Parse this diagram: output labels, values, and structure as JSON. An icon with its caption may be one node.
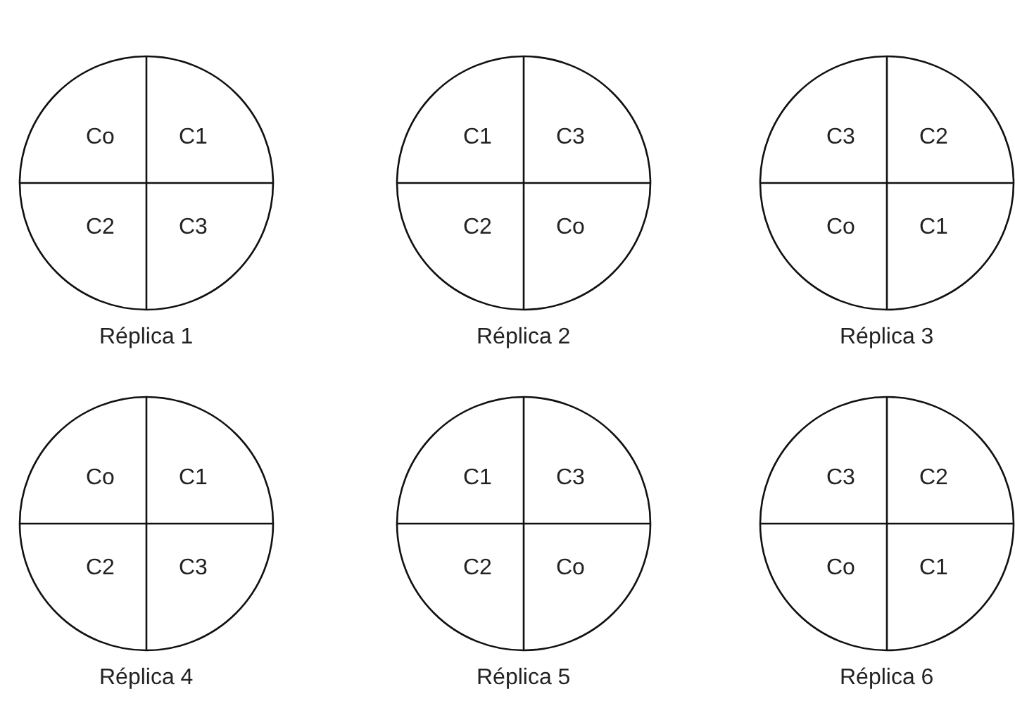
{
  "diagram": {
    "nodes": [
      {
        "text": [],
        "shape": "circle",
        "beside": [
          "Réplica 1"
        ]
      },
      {
        "text": [
          "Co"
        ],
        "in": 0
      },
      {
        "text": [
          "C1"
        ],
        "in": 0
      },
      {
        "text": [
          "C2"
        ],
        "in": 0
      },
      {
        "text": [
          "C3"
        ],
        "in": 0
      },
      {
        "text": [],
        "shape": "circle",
        "beside": [
          "Réplica 2"
        ]
      },
      {
        "text": [
          "C1"
        ],
        "in": 5
      },
      {
        "text": [
          "C3"
        ],
        "in": 5
      },
      {
        "text": [
          "C2"
        ],
        "in": 5
      },
      {
        "text": [
          "Co"
        ],
        "in": 5
      },
      {
        "text": [],
        "shape": "circle",
        "beside": [
          "Réplica 3"
        ]
      },
      {
        "text": [
          "C3"
        ],
        "in": 10
      },
      {
        "text": [
          "C2"
        ],
        "in": 10
      },
      {
        "text": [
          "Co"
        ],
        "in": 10
      },
      {
        "text": [
          "C1"
        ],
        "in": 10
      },
      {
        "text": [],
        "shape": "circle",
        "beside": [
          "Réplica 4"
        ]
      },
      {
        "text": [
          "Co"
        ],
        "in": 15
      },
      {
        "text": [
          "C1"
        ],
        "in": 15
      },
      {
        "text": [
          "C2"
        ],
        "in": 15
      },
      {
        "text": [
          "C3"
        ],
        "in": 15
      },
      {
        "text": [],
        "shape": "circle",
        "beside": [
          "Réplica 5"
        ]
      },
      {
        "text": [
          "C1"
        ],
        "in": 20
      },
      {
        "text": [
          "C3"
        ],
        "in": 20
      },
      {
        "text": [
          "C2"
        ],
        "in": 20
      },
      {
        "text": [
          "Co"
        ],
        "in": 20
      },
      {
        "text": [],
        "shape": "circle",
        "beside": [
          "Réplica 6"
        ]
      },
      {
        "text": [
          "C3"
        ],
        "in": 25
      },
      {
        "text": [
          "C2"
        ],
        "in": 25
      },
      {
        "text": [
          "Co"
        ],
        "in": 25
      },
      {
        "text": [
          "C1"
        ],
        "in": 25
      }
    ]
  }
}
